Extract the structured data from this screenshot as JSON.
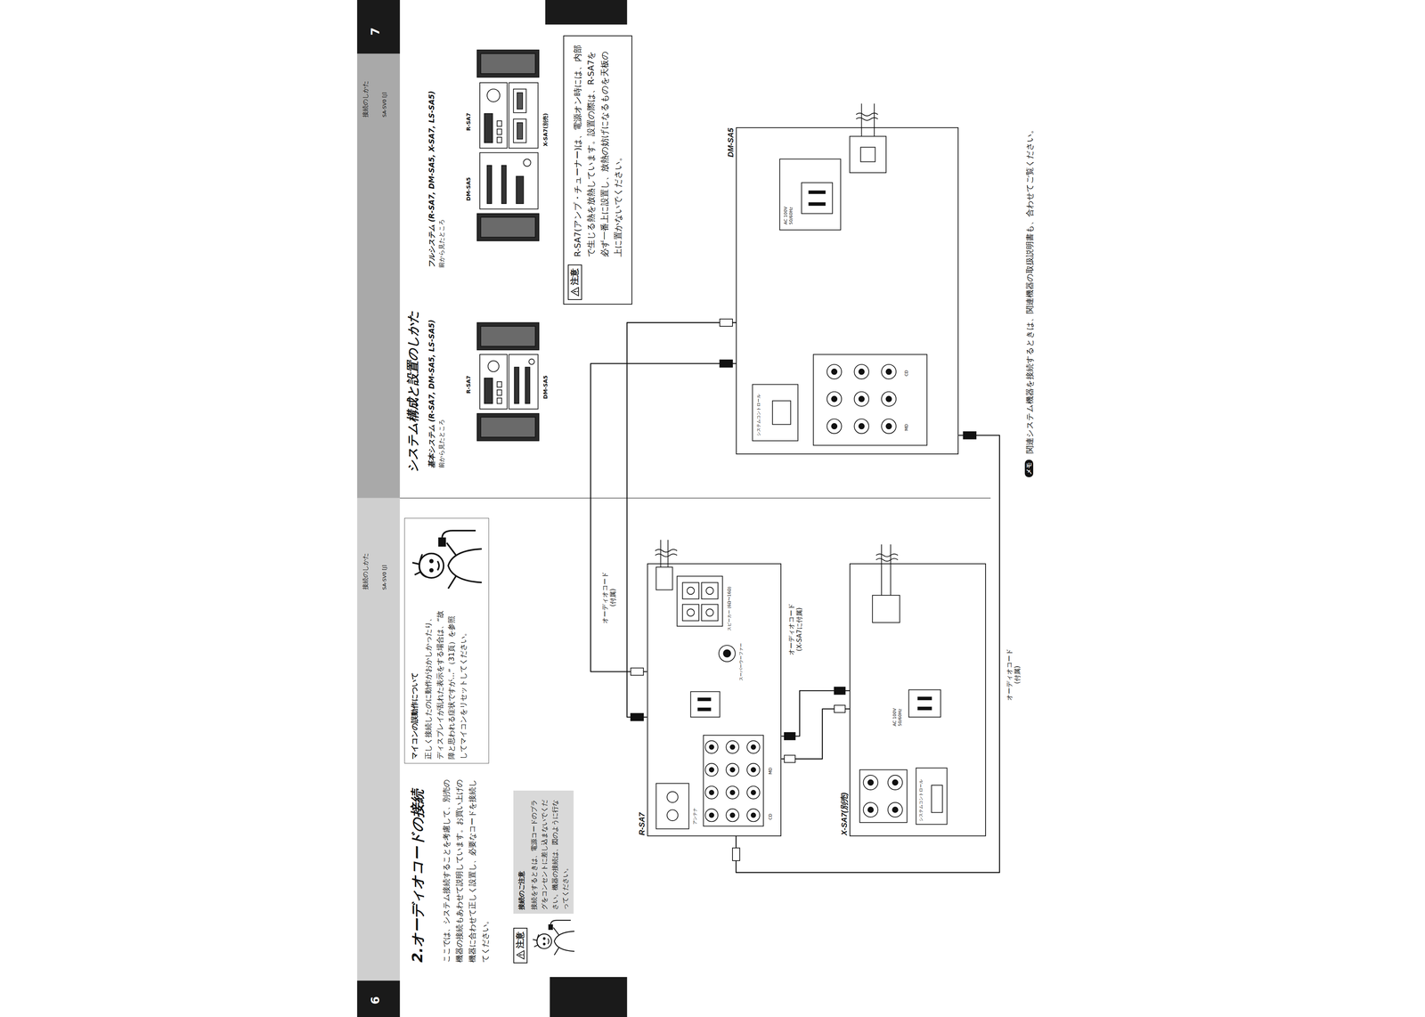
{
  "diagram": {
    "title": "2.オーディオコードの接続",
    "nodes": [
      {
        "text": [
          "R-SA7"
        ]
      },
      {
        "text": [
          "X-SA7(別売)"
        ]
      },
      {
        "text": [
          "DM-SA5"
        ]
      },
      {
        "text": [
          "注意",
          "接続のご注意",
          "接続をするときは、電源コードのプラグをコンセントに差し込まないでください。機器の接続は、図のように行なってください。"
        ]
      },
      {
        "text": [
          "マイコンの誤動作について",
          "正しく接続したのに動作がおかしかったり、ディスプレイが乱れた表示をする場合は、“故障と思われる症状ですが…”（31頁）を参照してマイコンをリセットしてください。"
        ]
      },
      {
        "text": [
          "注意",
          "R-SA7(アンプ・チューナー)は、電源オン時には、内部で生じる熱を放熱しています。設置の際は、R-SA7を必ず一番上に設置し、放熱の妨げになるものを天板の上に置かないでください。"
        ]
      }
    ],
    "edges": [
      {
        "from": 0,
        "to": 2,
        "arrow": "none"
      },
      {
        "from": 0,
        "to": 2,
        "label": "オーディオコード (付属)",
        "arrow": "none"
      },
      {
        "from": 2,
        "to": 0,
        "label": "オーディオコード (付属)",
        "arrow": "none"
      },
      {
        "from": 0,
        "to": 1,
        "label": "オーディオコード (X-SA7に付属)",
        "arrow": "none"
      },
      {
        "from": 0,
        "to": 1,
        "arrow": "none"
      }
    ],
    "labels": [
      "6",
      "接続のしかた",
      "SA-SV0 [J]",
      "7",
      "接続のしかた",
      "SA-SV0 [J]",
      "ここでは、システム接続することを考慮して、別売の機器の接続もあわせて説明しています。お買い上げの機器に合わせて正しく設置し、必要なコードを接続してください。",
      "システム構成と設置のしかた",
      "基本システム (R-SA7, DM-SA5, LS-SA5)",
      "前から見たところ",
      "R-SA7",
      "DM-SA5",
      "フルシステム (R-SA7, DM-SA5, X-SA7, LS-SA5)",
      "前から見たところ",
      "DM-SA5",
      "R-SA7",
      "X-SA7(別売)",
      "メモ",
      "関連システム機器を接続するときは、関連機器の取扱説明書も、合わせてご覧ください。",
      "スピーカー (6Ω〜16Ω)",
      "スーパーウーファー",
      "アンテナ",
      "CD",
      "MD",
      "AC 100V 50/60Hz",
      "システムコントロール",
      "AC 100V 50/60Hz",
      "システムコントロール",
      "MD",
      "CD"
    ]
  }
}
